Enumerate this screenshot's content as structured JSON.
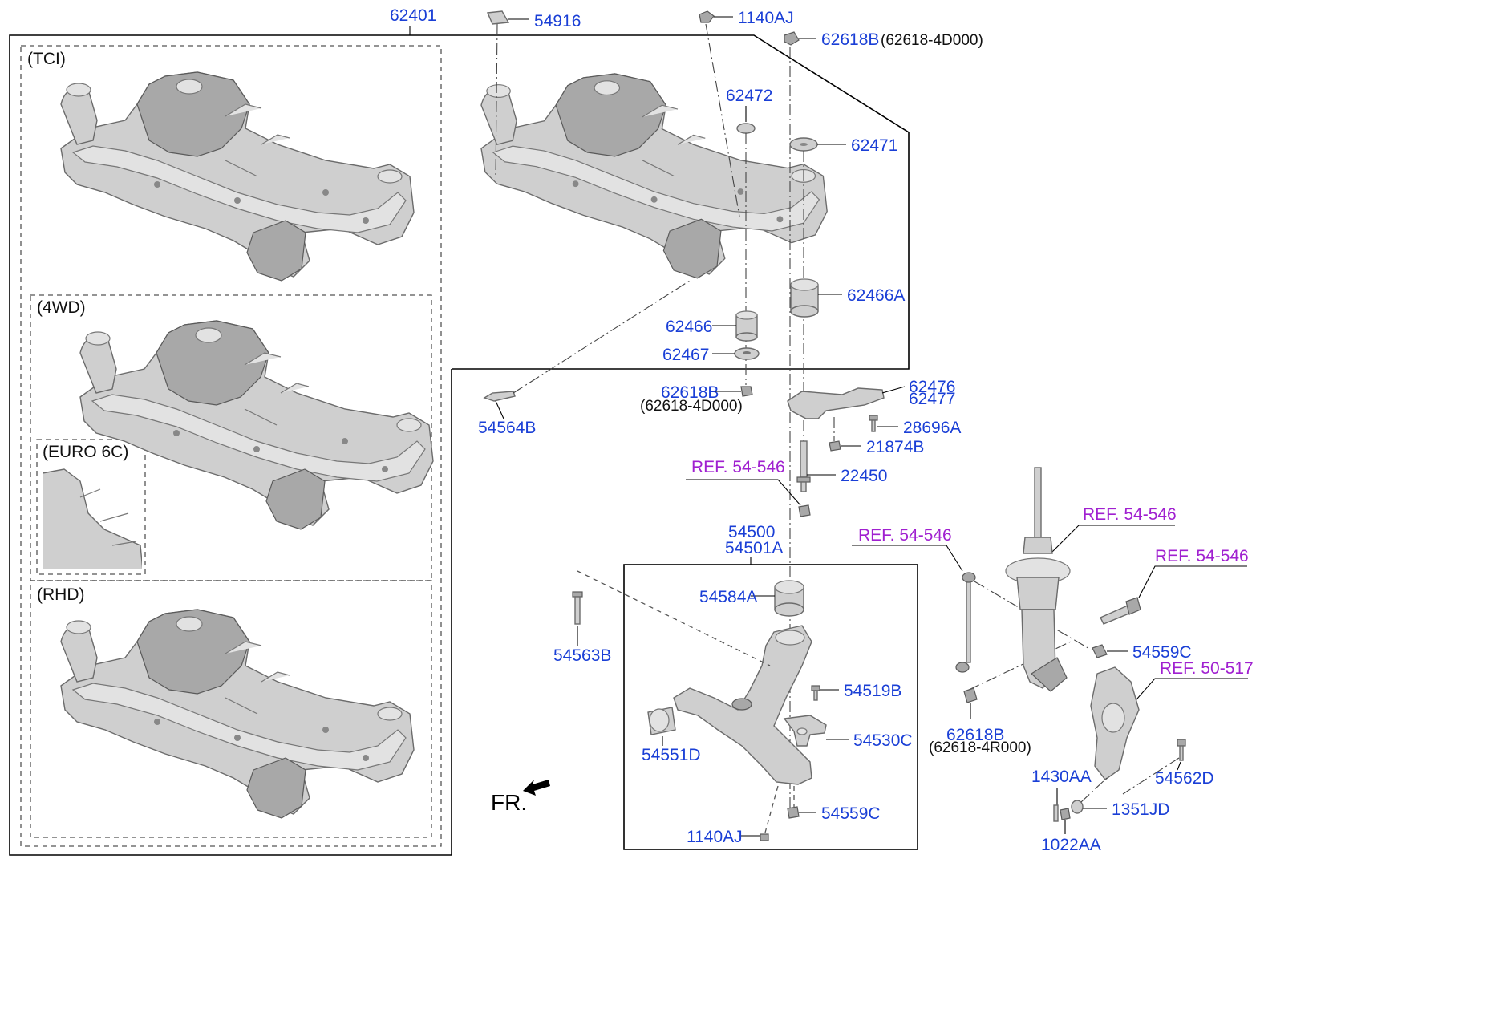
{
  "variants": {
    "tci": "(TCI)",
    "wd4": "(4WD)",
    "euro6c": "(EURO 6C)",
    "rhd": "(RHD)"
  },
  "labels": {
    "p62401": "62401",
    "p54916": "54916",
    "p1140aj_top": "1140AJ",
    "p62618b_top": "62618B",
    "p62618b_top_alt": "(62618-4D000)",
    "p62472": "62472",
    "p62471": "62471",
    "p62466a": "62466A",
    "p62466": "62466",
    "p62467": "62467",
    "p62618b_mid": "62618B",
    "p62618b_mid_alt": "(62618-4D000)",
    "p54564b": "54564B",
    "p62476": "62476",
    "p62477": "62477",
    "p28696a": "28696A",
    "p21874b": "21874B",
    "p22450": "22450",
    "ref_1": "REF. 54-546",
    "p54500": "54500",
    "p54501a": "54501A",
    "p54584a": "54584A",
    "p54563b": "54563B",
    "p54519b": "54519B",
    "p54530c": "54530C",
    "p54551d": "54551D",
    "p54559c_low": "54559C",
    "p1140aj_low": "1140AJ",
    "ref_2": "REF. 54-546",
    "ref_3": "REF. 54-546",
    "ref_4": "REF. 54-546",
    "ref_5": "REF. 50-517",
    "p54559c_right": "54559C",
    "p62618b_right": "62618B",
    "p62618b_right_alt": "(62618-4R000)",
    "p1430aa": "1430AA",
    "p1351jd": "1351JD",
    "p54562d": "54562D",
    "p1022aa": "1022AA",
    "fr": "FR."
  },
  "colors": {
    "part_number": "#1a3fd6",
    "reference": "#a020d0",
    "alt_number": "#111111"
  },
  "icons": {
    "front_arrow": "arrow-front-left-icon"
  }
}
